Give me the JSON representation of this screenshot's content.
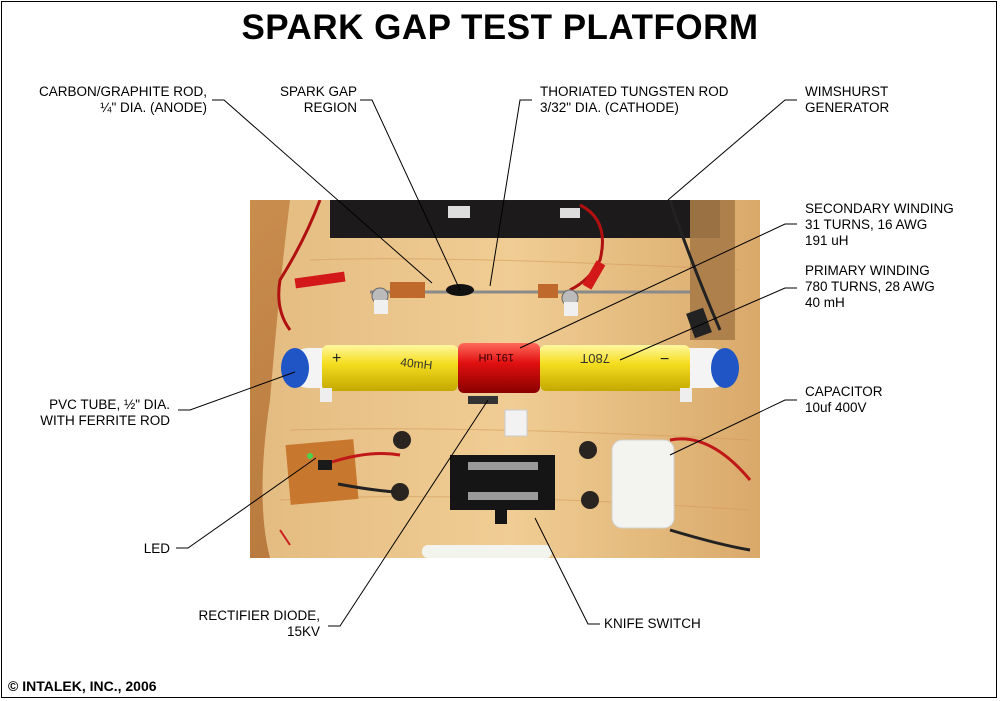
{
  "title": "SPARK GAP TEST PLATFORM",
  "copyright": "© INTALEK, INC., 2006",
  "labels": {
    "carbon_rod": "CARBON/GRAPHITE ROD,\n¼\" DIA. (ANODE)",
    "spark_gap": "SPARK GAP\nREGION",
    "tungsten_rod": "THORIATED TUNGSTEN ROD\n3/32\" DIA. (CATHODE)",
    "wimshurst": "WIMSHURST\nGENERATOR",
    "secondary": "SECONDARY WINDING\n31 TURNS, 16 AWG\n191 uH",
    "primary": "PRIMARY WINDING\n780 TURNS, 28 AWG\n40 mH",
    "pvc": "PVC TUBE, ½\" DIA.\nWITH FERRITE ROD",
    "capacitor": "CAPACITOR\n10uf 400V",
    "led": "LED",
    "diode": "RECTIFIER DIODE,\n15KV",
    "knife": "KNIFE SWITCH"
  },
  "photo_markings": {
    "plus": "+",
    "minus": "−",
    "left_coil": "40mH",
    "mid_coil": "191 uH",
    "right_coil": "780T"
  }
}
